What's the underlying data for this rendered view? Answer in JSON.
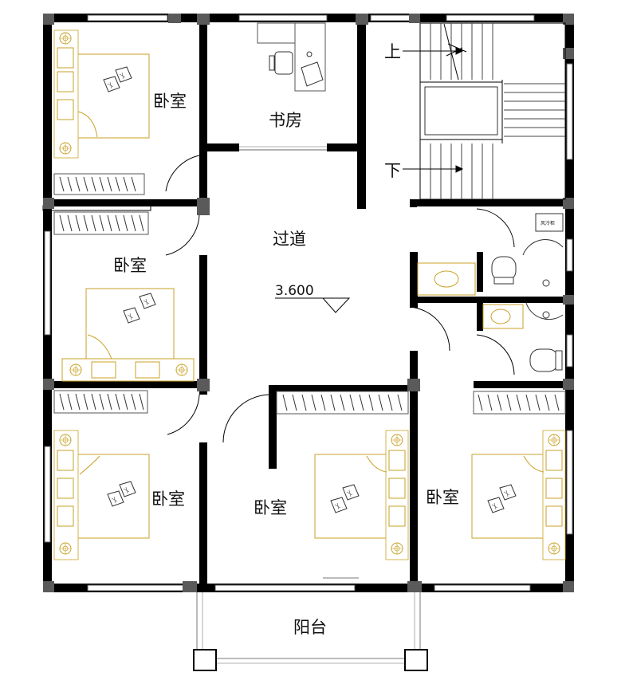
{
  "rooms": {
    "bedroom_top_left": "卧室",
    "study": "书房",
    "bedroom_mid_left": "卧室",
    "corridor": "过道",
    "bedroom_bottom_left": "卧室",
    "bedroom_bottom_center": "卧室",
    "bedroom_bottom_right": "卧室",
    "balcony": "阳台"
  },
  "stairs": {
    "up": "上",
    "down": "下"
  },
  "elevation": "3.600",
  "appliance_label": "风冷柜",
  "colors": {
    "wall": "#000000",
    "column": "#5a5a5a",
    "furniture": "#c9a227",
    "line": "#333333"
  }
}
